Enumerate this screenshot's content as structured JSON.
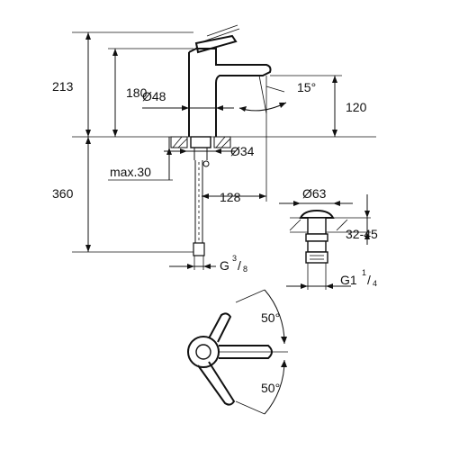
{
  "dimensions": {
    "total_height": "213",
    "spout_height": "180",
    "body_diameter": "Ø48",
    "spout_angle": "15°",
    "outlet_height": "120",
    "hole_diameter": "Ø34",
    "max_deck": "max.30",
    "hose_length": "360",
    "reach": "128",
    "waste_diameter": "Ø63",
    "waste_range": "32-45",
    "connection_main": "G",
    "connection_sup": "3",
    "connection_sub": "8",
    "waste_thread_main": "G1",
    "waste_thread_sup": "1",
    "waste_thread_sub": "4",
    "lever_angle_top": "50°",
    "lever_angle_bottom": "50°"
  }
}
